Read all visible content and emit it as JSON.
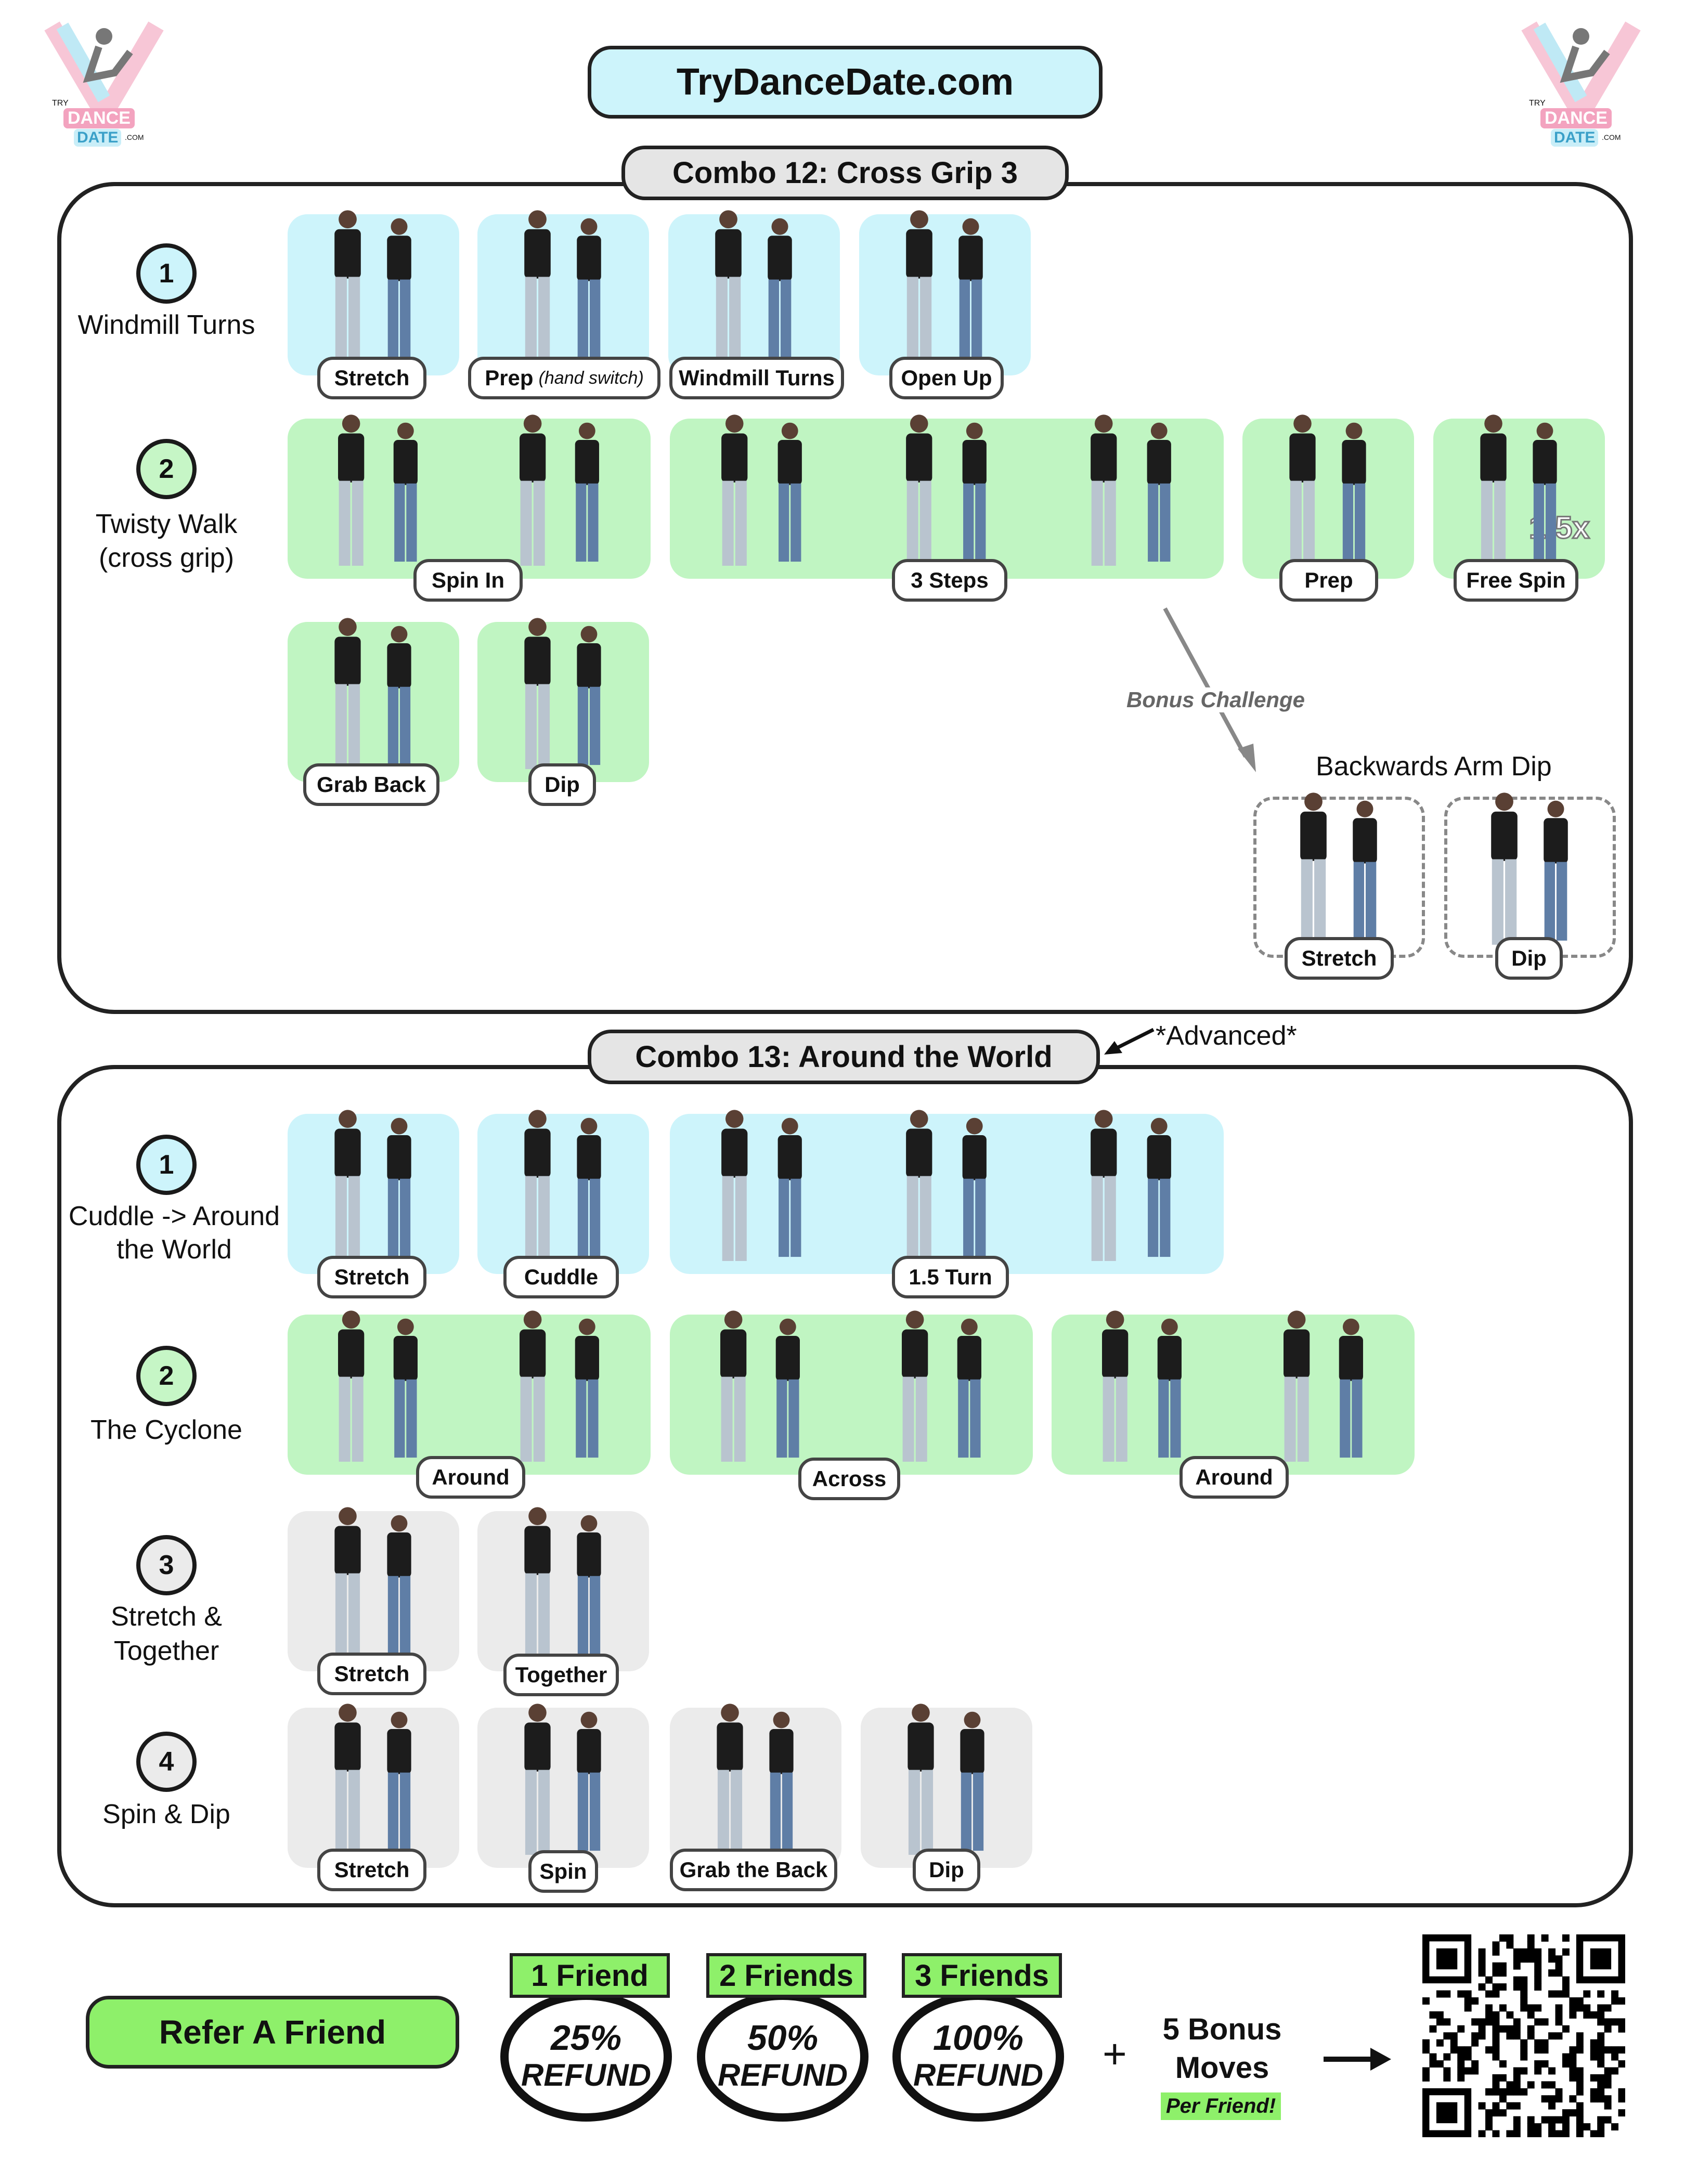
{
  "site_title": "TryDanceDate.com",
  "logo": {
    "try": "TRY",
    "dance": "DANCE",
    "date": "DATE",
    "com": ".COM"
  },
  "combo12": {
    "title": "Combo 12: Cross Grip 3",
    "steps": [
      {
        "num": "1",
        "name": "Windmill Turns",
        "labels": [
          "Stretch",
          "Prep",
          "Windmill Turns",
          "Open Up"
        ],
        "prep_note": "(hand switch)"
      },
      {
        "num": "2",
        "name_line1": "Twisty Walk",
        "name_line2": "(cross grip)",
        "labels": [
          "Spin In",
          "3 Steps",
          "Prep",
          "Free Spin",
          "Grab Back",
          "Dip"
        ],
        "free_spin_count": "1.5x"
      }
    ],
    "bonus": {
      "challenge": "Bonus Challenge",
      "title": "Backwards Arm Dip",
      "labels": [
        "Stretch",
        "Dip"
      ]
    }
  },
  "combo13": {
    "title": "Combo 13: Around the World",
    "advanced_note": "*Advanced*",
    "steps": [
      {
        "num": "1",
        "name_line1": "Cuddle -> Around",
        "name_line2": "the World",
        "labels": [
          "Stretch",
          "Cuddle",
          "1.5 Turn"
        ]
      },
      {
        "num": "2",
        "name": "The Cyclone",
        "labels": [
          "Around",
          "Across",
          "Around"
        ]
      },
      {
        "num": "3",
        "name_line1": "Stretch &",
        "name_line2": "Together",
        "labels": [
          "Stretch",
          "Together"
        ]
      },
      {
        "num": "4",
        "name": "Spin & Dip",
        "labels": [
          "Stretch",
          "Spin",
          "Grab the Back",
          "Dip"
        ]
      }
    ]
  },
  "referral": {
    "button": "Refer A Friend",
    "tiers": [
      {
        "friends": "1 Friend",
        "percent": "25%",
        "refund": "REFUND"
      },
      {
        "friends": "2 Friends",
        "percent": "50%",
        "refund": "REFUND"
      },
      {
        "friends": "3 Friends",
        "percent": "100%",
        "refund": "REFUND"
      }
    ],
    "plus": "+",
    "bonus_line1": "5 Bonus",
    "bonus_line2": "Moves",
    "per_friend": "Per Friend!"
  }
}
